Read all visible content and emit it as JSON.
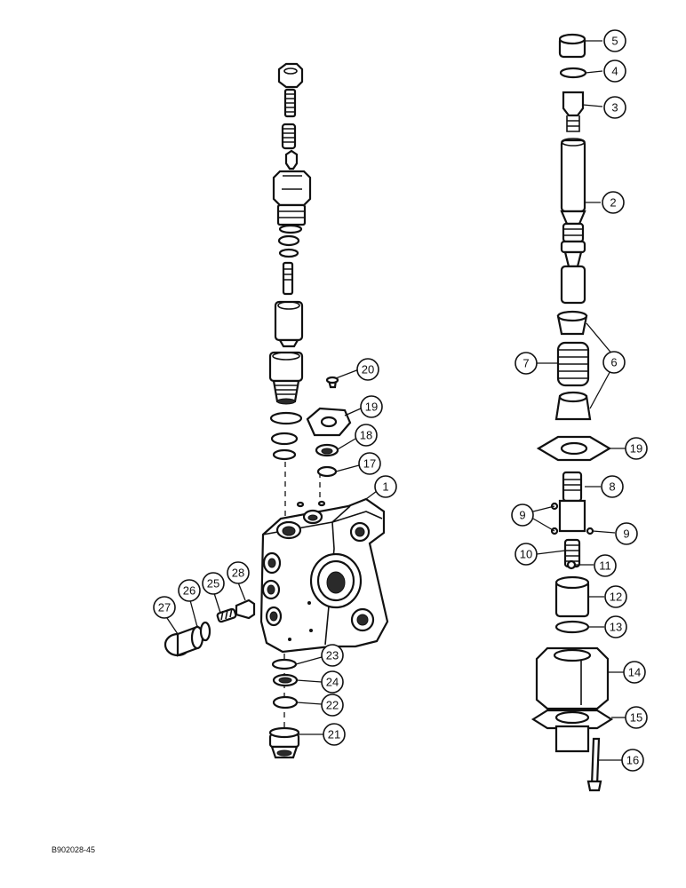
{
  "figure_code": "B902028-45",
  "callouts": [
    "1",
    "2",
    "3",
    "4",
    "5",
    "6",
    "7",
    "8",
    "9",
    "9",
    "10",
    "11",
    "12",
    "13",
    "14",
    "15",
    "16",
    "17",
    "18",
    "19",
    "19",
    "20",
    "21",
    "22",
    "23",
    "24",
    "25",
    "26",
    "27",
    "28"
  ]
}
